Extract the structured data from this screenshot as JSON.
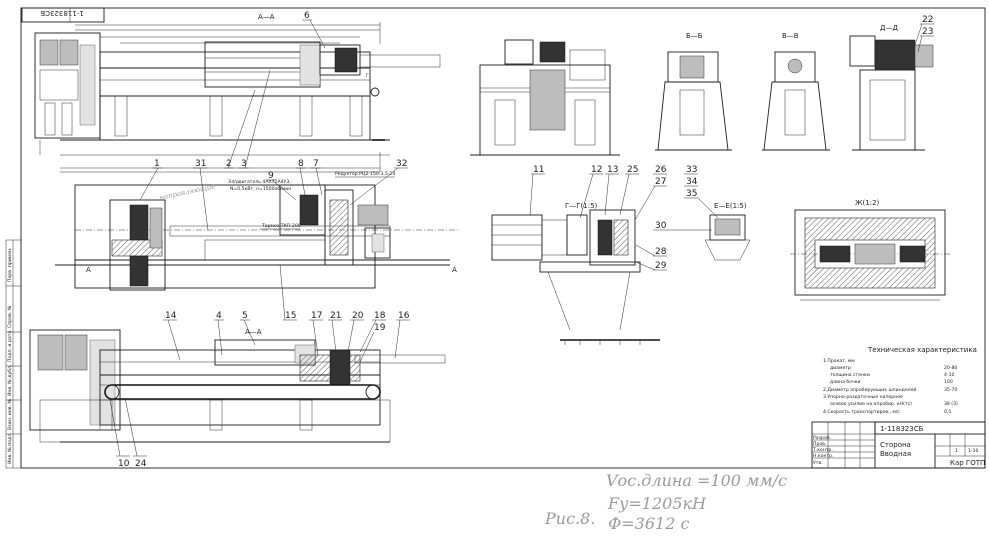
{
  "sheet_code": "1-118323СБ",
  "sections": {
    "aa_top": "А—А",
    "aa_bottom": "А—А",
    "bb": "Б—Б",
    "vv": "В—В",
    "dd": "Д—Д",
    "gg": "Г—Г(1:5)",
    "ee": "Е—Е(1:5)",
    "zh": "Ж(1:2)"
  },
  "callouts": [
    "1",
    "2",
    "3",
    "4",
    "5",
    "6",
    "7",
    "8",
    "9",
    "10",
    "11",
    "12",
    "13",
    "14",
    "15",
    "16",
    "17",
    "18",
    "19",
    "20",
    "21",
    "22",
    "23",
    "24",
    "25",
    "26",
    "27",
    "28",
    "29",
    "30",
    "31",
    "32",
    "33",
    "34",
    "35"
  ],
  "annotations": {
    "motor_l1": "Эл/двигатель 4АХ72А4У3,",
    "motor_l2": "N=0,5кВт, n=1500об/мин",
    "reducer": "Редуктор РЦ2-150-3,5-24",
    "brake": "Тормоз ТКП-200",
    "pencil_1": "направляющие"
  },
  "tech": {
    "title": "Техническая характеристика",
    "rows": [
      {
        "label": "1.Прокат, мм",
        "value": ""
      },
      {
        "label": "диаметр",
        "value": "20-80"
      },
      {
        "label": "толщина стенки",
        "value": "4-10"
      },
      {
        "label": "длина бочки",
        "value": "100"
      },
      {
        "label": "2.Диаметр апробирующих шпинделей",
        "value": "35-70"
      },
      {
        "label": "3.Упорно-раздаточные напорное",
        "value": ""
      },
      {
        "label": "осевое усилие на апробир. кН(тс)",
        "value": "38 (3)"
      },
      {
        "label": "4.Скорость транспортиров., м/с",
        "value": "0,5"
      }
    ]
  },
  "title_block": {
    "code": "1-118323СБ",
    "name_l1": "Сторона",
    "name_l2": "Вводная",
    "sheet": "1",
    "sheets": "1-10",
    "org": "Кар ГОТП",
    "roles": [
      "Разраб.",
      "Пров.",
      "Т.контр.",
      "Н.контр.",
      "Утв."
    ]
  },
  "handwritten": {
    "line1": "Vос.длина =100 мм/с",
    "line2": "Fу=1205кН",
    "line3": "Ф=3612 с",
    "fig": "Рис.8."
  },
  "margin_labels": [
    "Перв. примен.",
    "Справ. №",
    "Подп. и дата",
    "Инв. № дубл.",
    "Взам. инв. №",
    "Подп. и дата",
    "Инв. № подл."
  ]
}
